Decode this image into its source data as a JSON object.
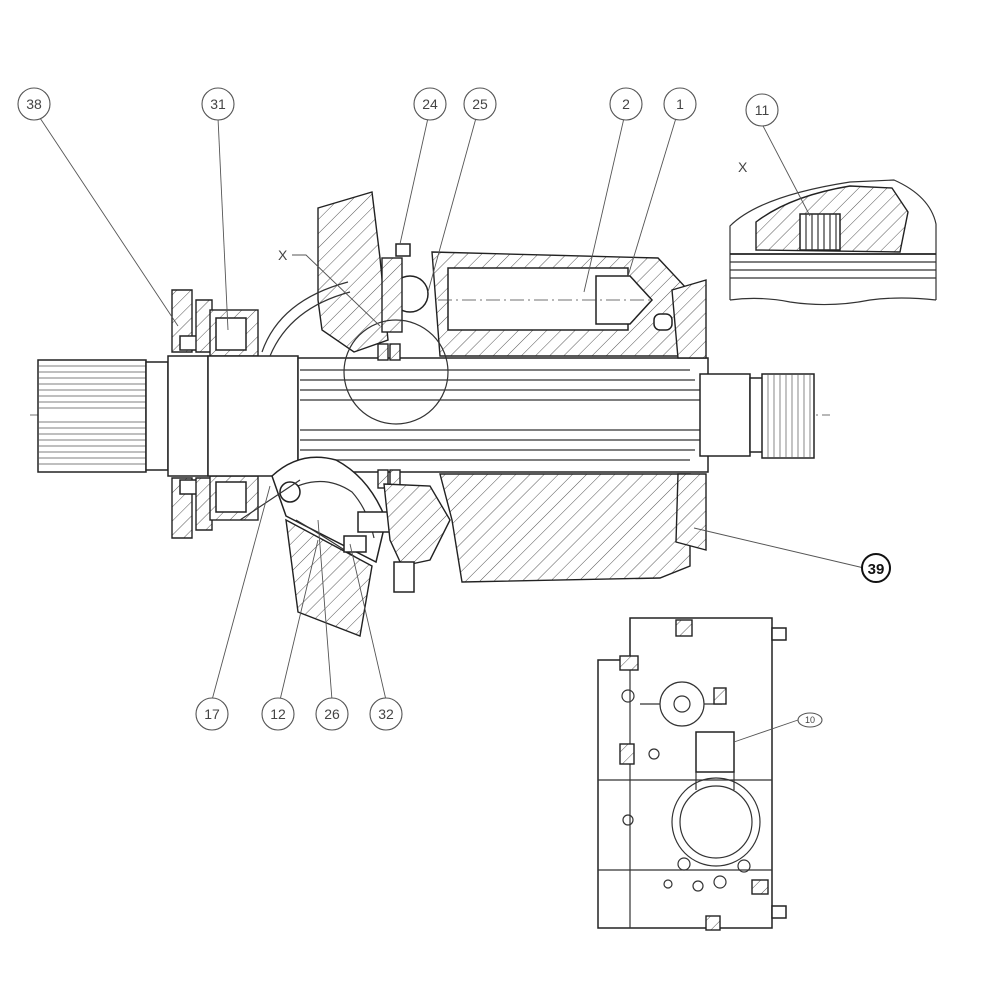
{
  "callouts": [
    {
      "id": "c38",
      "label": "38"
    },
    {
      "id": "c31",
      "label": "31"
    },
    {
      "id": "c24",
      "label": "24"
    },
    {
      "id": "c25",
      "label": "25"
    },
    {
      "id": "c2",
      "label": "2"
    },
    {
      "id": "c1",
      "label": "1"
    },
    {
      "id": "c11",
      "label": "11"
    },
    {
      "id": "c39",
      "label": "39"
    },
    {
      "id": "c17",
      "label": "17"
    },
    {
      "id": "c12",
      "label": "12"
    },
    {
      "id": "c26",
      "label": "26"
    },
    {
      "id": "c32",
      "label": "32"
    },
    {
      "id": "c10",
      "label": "10"
    }
  ],
  "section_marker": "X",
  "detail_marker": "X"
}
